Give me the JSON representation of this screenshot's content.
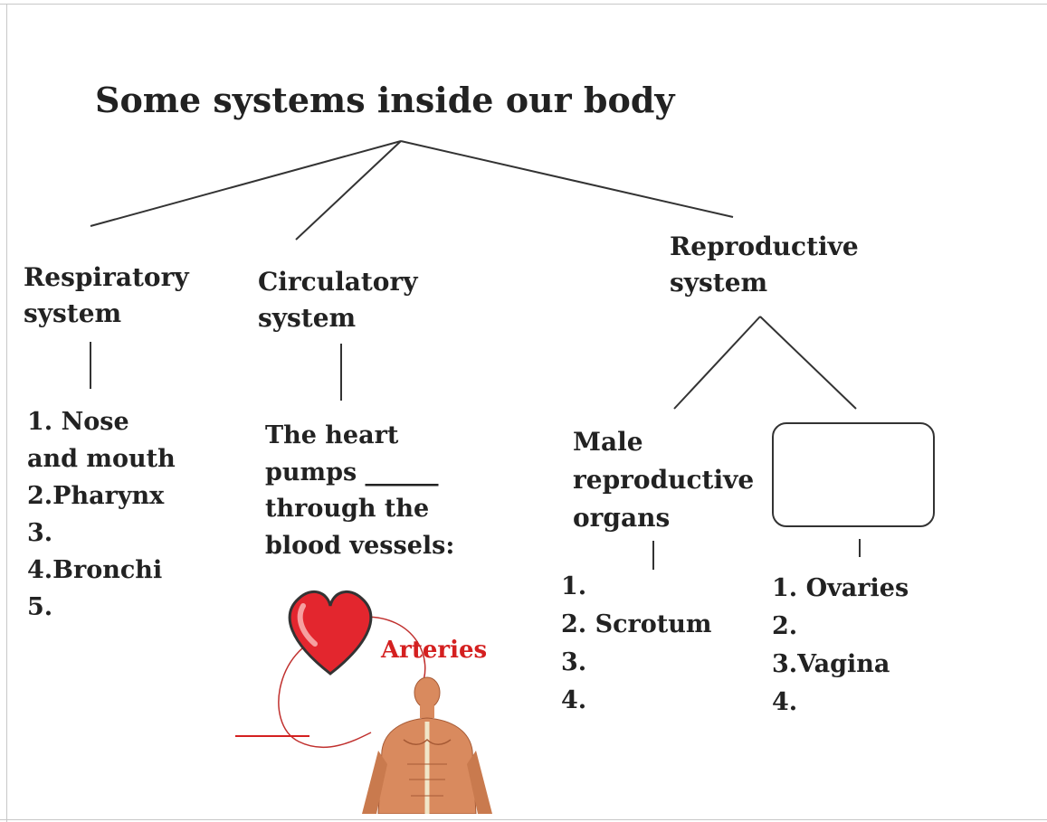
{
  "title": "Some systems inside our body",
  "respiratory": {
    "heading_line1": "Respiratory",
    "heading_line2": "system",
    "items": [
      "1. Nose",
      "and mouth",
      "2.Pharynx",
      "3.",
      "4.Bronchi",
      "5."
    ]
  },
  "circulatory": {
    "heading_line1": "Circulatory",
    "heading_line2": "system",
    "text_lines": [
      "The heart",
      "pumps ______",
      "through the",
      "blood vessels:"
    ],
    "arteries_label": "Arteries",
    "blank": "______"
  },
  "reproductive": {
    "heading_line1": "Reproductive",
    "heading_line2": "system",
    "male": {
      "heading_lines": [
        "Male",
        "reproductive",
        "organs"
      ],
      "items": [
        "1.",
        "2. Scrotum",
        "3.",
        "4."
      ]
    },
    "female": {
      "heading_blank": "",
      "items": [
        "1. Ovaries",
        "2.",
        "3.Vagina",
        "4."
      ]
    }
  },
  "colors": {
    "text": "#222222",
    "accent_red": "#d42020",
    "heart_red": "#e3262e",
    "skin": "#d98a5e"
  }
}
